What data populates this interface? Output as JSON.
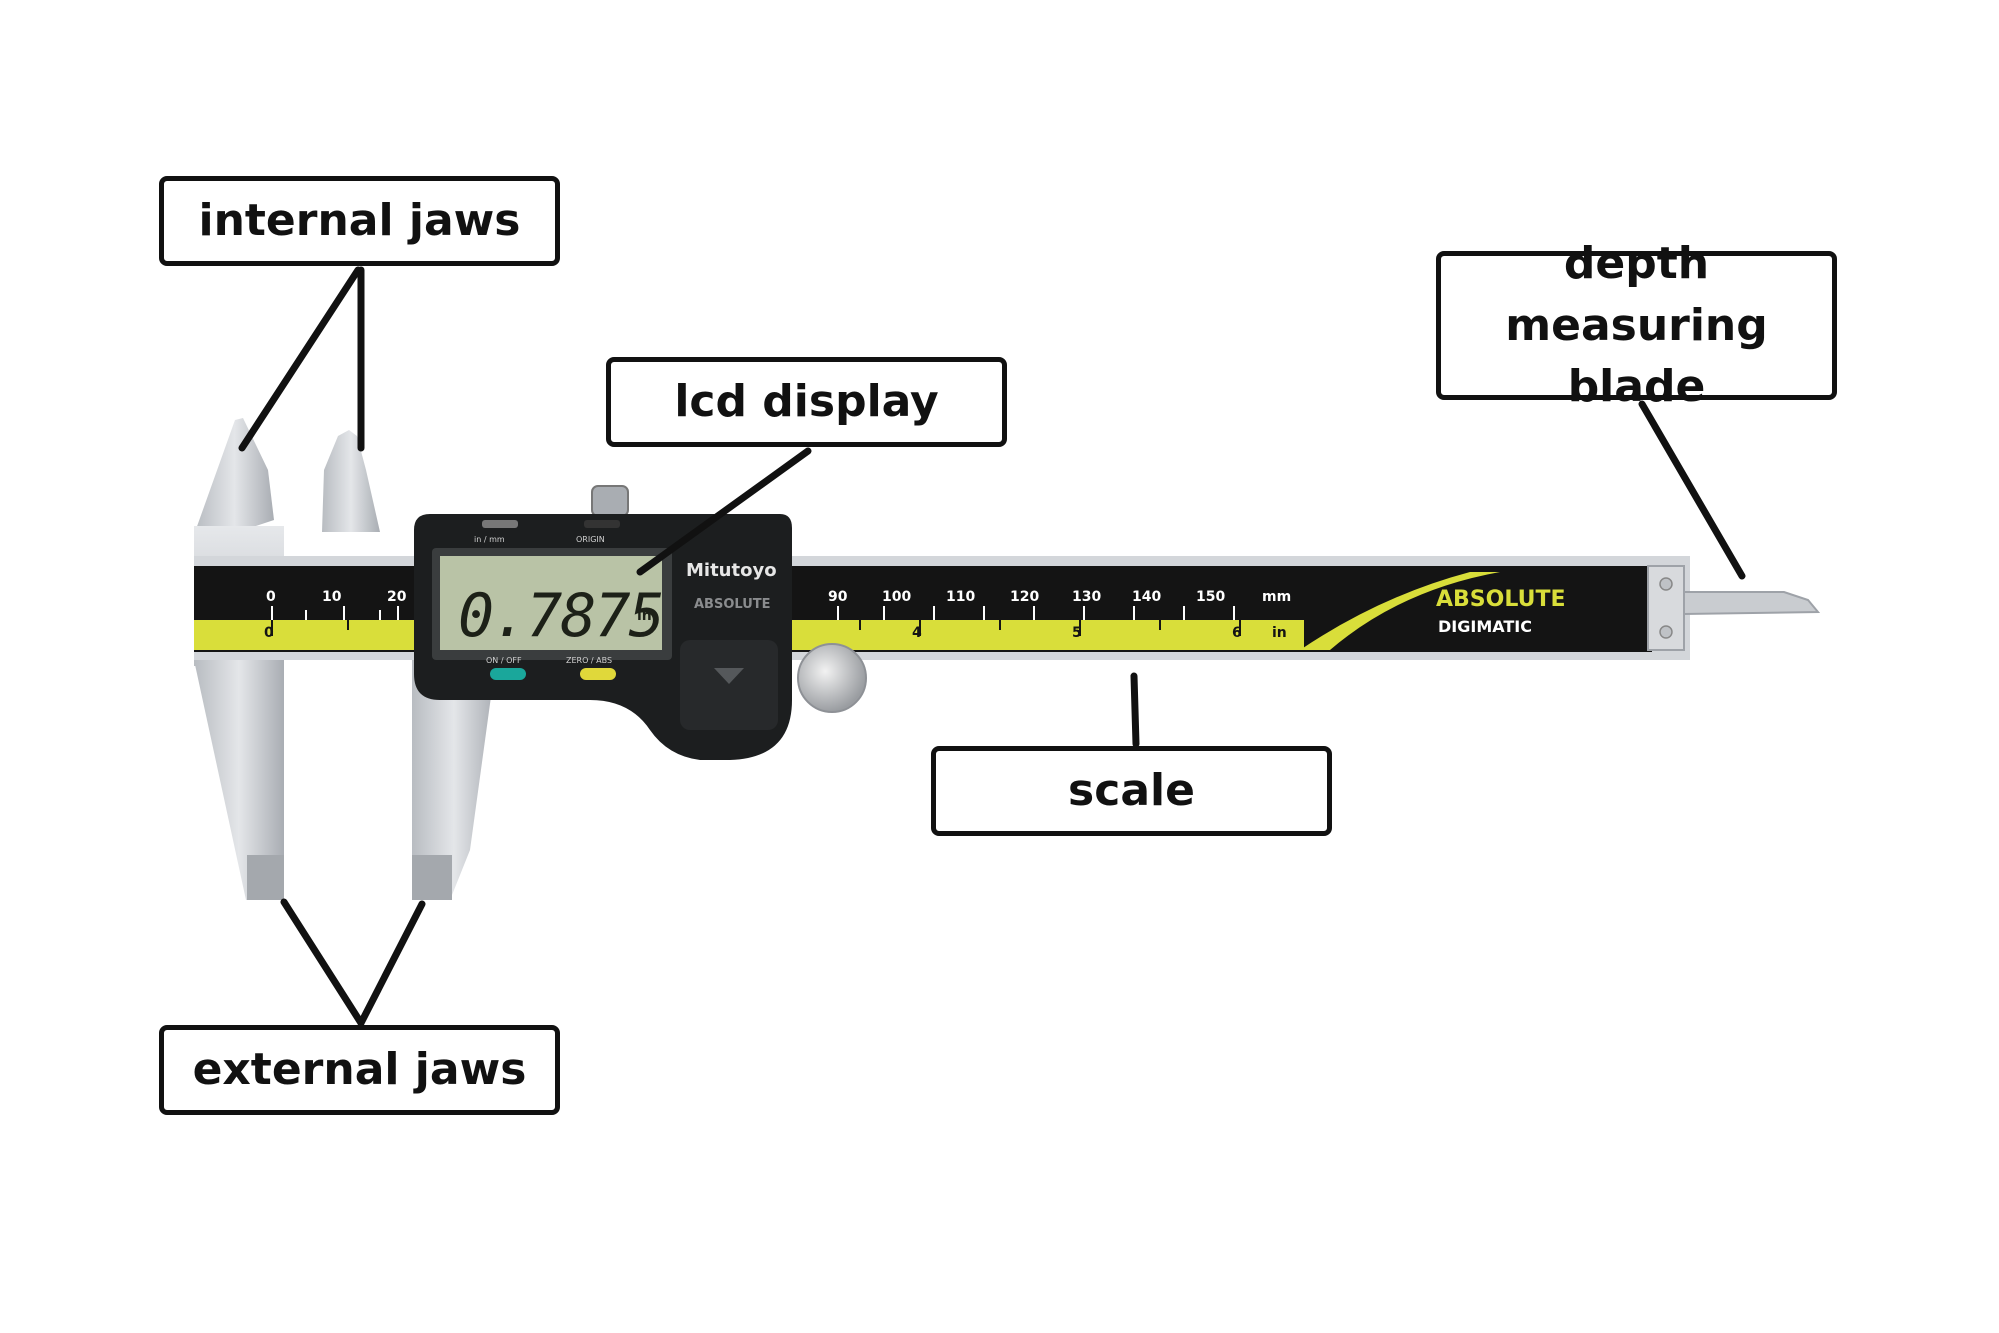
{
  "labels": {
    "internal_jaws": "internal jaws",
    "lcd_display": "lcd display",
    "depth_measuring_blade": "depth measuring blade",
    "scale": "scale",
    "external_jaws": "external jaws"
  },
  "caliper": {
    "lcd_reading": "0.7875",
    "lcd_unit": "in",
    "lcd_top_left_caption": "in / mm",
    "lcd_top_right_caption": "ORIGIN",
    "button_left_caption": "ON / OFF",
    "button_right_caption": "ZERO / ABS",
    "brand": "Mitutoyo",
    "brand_sub": "ABSOLUTE",
    "logo_line1": "ABSOLUTE",
    "logo_line2": "DIGIMATIC",
    "mm_ticks_left": [
      "0",
      "10",
      "20"
    ],
    "mm_ticks_right": [
      "90",
      "100",
      "110",
      "120",
      "130",
      "140",
      "150"
    ],
    "mm_unit": "mm",
    "inch_ticks": [
      "0",
      "4",
      "5",
      "6"
    ],
    "inch_unit": "in"
  },
  "colors": {
    "scale_black": "#141414",
    "scale_yellow": "#d9de3a",
    "steel": "#cfd2d6",
    "steel_dark": "#9ea2a8",
    "body_black": "#1c1e1f",
    "lcd_green": "#b9c3a6",
    "button_teal": "#1aa79b",
    "button_yellow": "#e0d83a"
  }
}
